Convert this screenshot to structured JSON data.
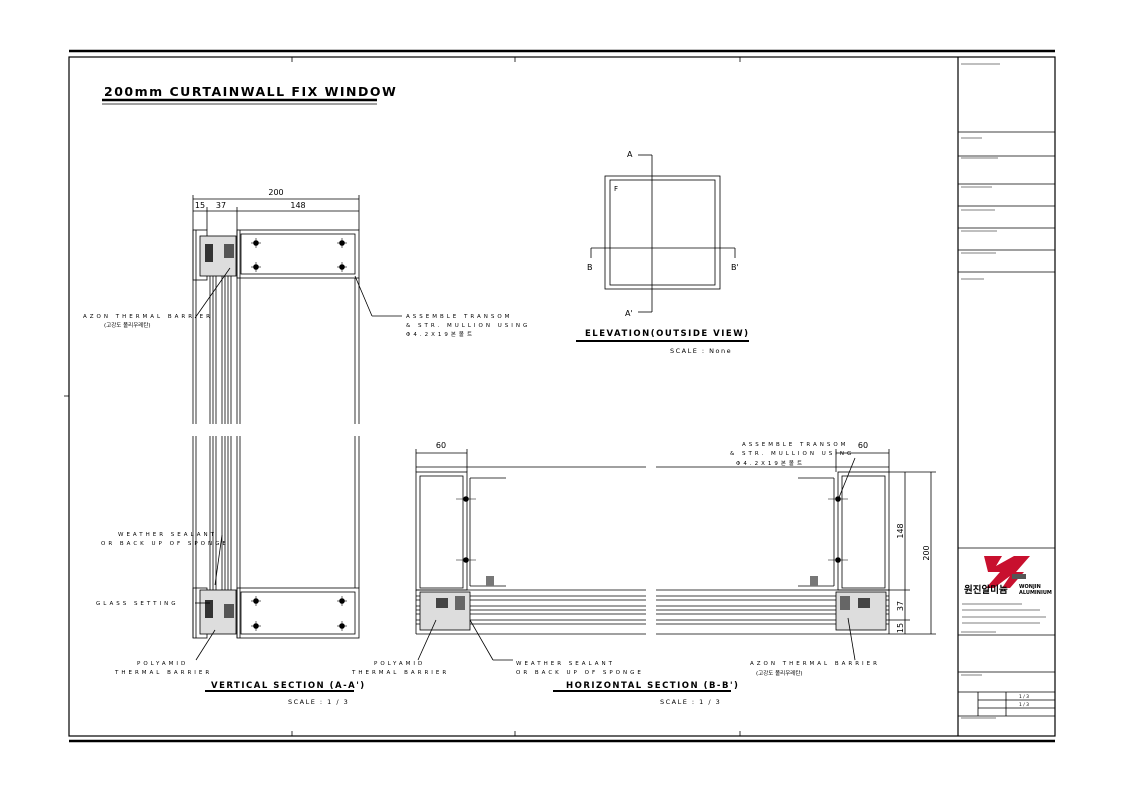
{
  "sheet": {
    "title": "200mm CURTAINWALL FIX WINDOW"
  },
  "vertical_section": {
    "dims": {
      "overall": "200",
      "d15": "15",
      "d37": "37",
      "d148": "148"
    },
    "title": "VERTICAL SECTION (A-A')",
    "scale": "SCALE : 1 / 3",
    "notes": {
      "thermal1": "AZON THERMAL BARRIER",
      "thermal2": "(고강도 폴리우레탄)",
      "sealant1": "WEATHER SEALANT",
      "sealant2": "OR BACK UP OF SPONGE",
      "glass": "GLASS SETTING",
      "poly1": "POLYAMID",
      "poly2": "THERMAL BARRIER",
      "assemble1": "ASSEMBLE TRANSOM",
      "assemble2": "& STR. MULLION USING",
      "assemble3": "Φ4.2X19본볼트"
    }
  },
  "elevation": {
    "title": "ELEVATION(OUTSIDE VIEW)",
    "scale": "SCALE : None",
    "mark_a": "A",
    "mark_a2": "A'",
    "mark_b": "B",
    "mark_b2": "B'",
    "mark_f": "F"
  },
  "horizontal_section": {
    "dims": {
      "left60": "60",
      "right60": "60",
      "d148": "148",
      "d200": "200",
      "d37": "37",
      "d15": "15"
    },
    "title": "HORIZONTAL SECTION (B-B')",
    "scale": "SCALE : 1 / 3",
    "notes": {
      "poly1": "POLYAMID",
      "poly2": "THERMAL BARRIER",
      "sealant1": "WEATHER SEALANT",
      "sealant2": "OR BACK UP OF SPONGE",
      "assemble1": "ASSEMBLE TRANSOM",
      "assemble2": "& STR. MULLION USING",
      "assemble3": "Φ4.2X19본볼트",
      "thermal1": "AZON THERMAL BARRIER",
      "thermal2": "(고강도 폴리우레탄)"
    }
  },
  "title_block": {
    "company_kr": "원진알미늄",
    "company_en1": "WONJIN",
    "company_en2": "ALUMINIUM",
    "sheet_no": "1 / 3",
    "sheet_no2": "1 / 3"
  }
}
